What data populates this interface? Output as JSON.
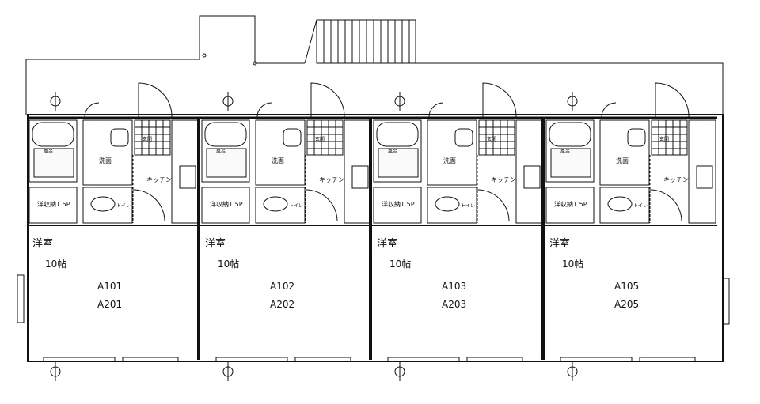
{
  "labels": {
    "bath": "風呂",
    "entrance": "玄関",
    "washroom": "洗面",
    "kitchen": "キッチン",
    "closet": "洋収納1.5P",
    "toilet": "トイレ",
    "room": "洋室",
    "room_size": "10帖"
  },
  "units": [
    {
      "lower": "A101",
      "upper": "A201"
    },
    {
      "lower": "A102",
      "upper": "A202"
    },
    {
      "lower": "A103",
      "upper": "A203"
    },
    {
      "lower": "A105",
      "upper": "A205"
    }
  ]
}
